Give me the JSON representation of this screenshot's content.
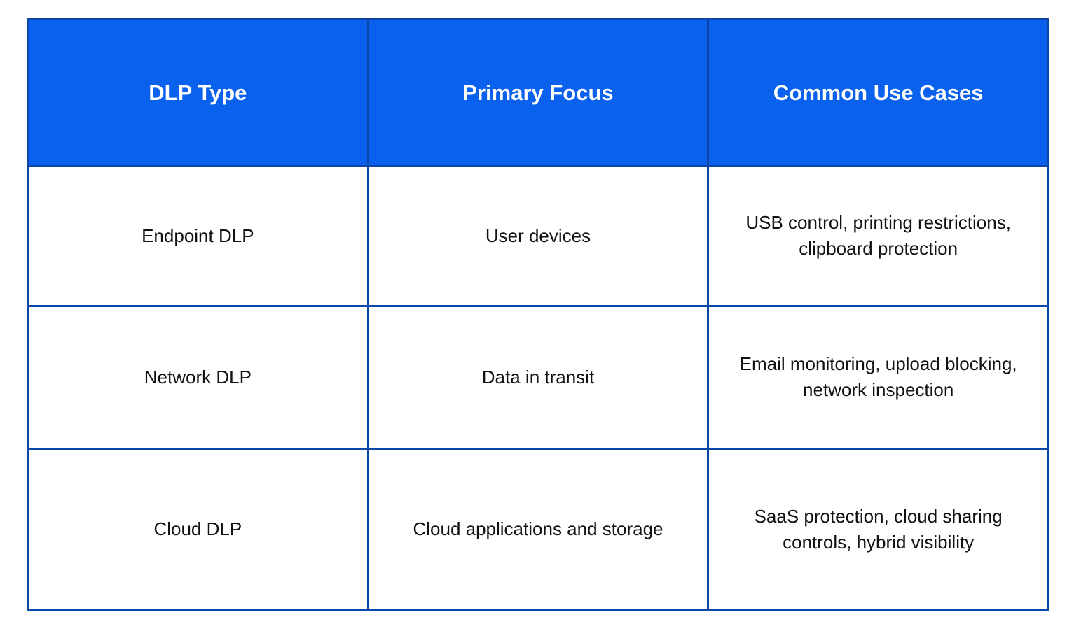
{
  "table": {
    "headers": [
      "DLP Type",
      "Primary Focus",
      "Common Use Cases"
    ],
    "rows": [
      [
        "Endpoint DLP",
        "User devices",
        "USB control, printing restrictions, clipboard protection"
      ],
      [
        "Network DLP",
        "Data in transit",
        "Email monitoring, upload blocking, network inspection"
      ],
      [
        "Cloud DLP",
        "Cloud applications and storage",
        "SaaS protection, cloud sharing controls, hybrid visibility"
      ]
    ]
  },
  "colors": {
    "header_background": "#0a61ee",
    "border": "#0b47a8",
    "header_text": "#ffffff",
    "body_text": "#111111"
  }
}
